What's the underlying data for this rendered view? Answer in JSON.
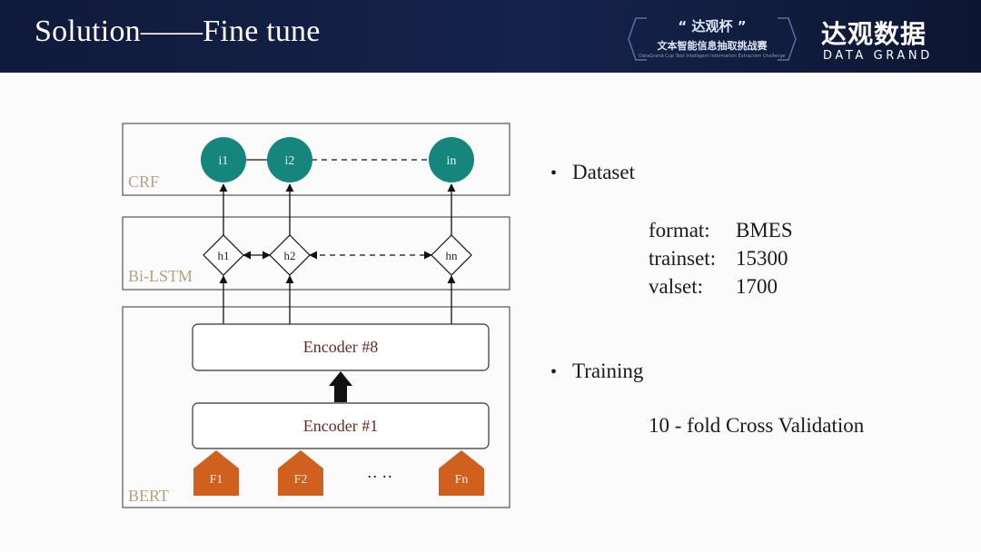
{
  "header": {
    "title": "Solution——Fine tune",
    "badge": {
      "line1": "“ 达观杯 ”",
      "line2": "文本智能信息抽取挑战赛",
      "line3": "DataGrand Cup Text Intelligent Information Extraction Challenge"
    },
    "brand": {
      "name_cn": "达观数据",
      "name_en": "DATA GRAND"
    }
  },
  "diagram": {
    "layers": {
      "crf": "CRF",
      "bilstm": "Bi-LSTM",
      "bert": "BERT"
    },
    "crf_nodes": [
      "i1",
      "i2",
      "in"
    ],
    "lstm_nodes": [
      "h1",
      "h2",
      "hn"
    ],
    "encoders": {
      "top": "Encoder #8",
      "bottom": "Encoder #1"
    },
    "inputs": [
      "F1",
      "F2",
      "Fn"
    ],
    "input_ellipsis": "·· ··",
    "colors": {
      "crf_node": "#16867c",
      "input": "#d0601d",
      "layer_label": "#b8a27e",
      "encoder_text": "#6b2a2a"
    }
  },
  "content": {
    "dataset": {
      "heading": "Dataset",
      "rows": [
        {
          "key": "format:",
          "value": "BMES"
        },
        {
          "key": "trainset:",
          "value": "15300"
        },
        {
          "key": "valset:",
          "value": "1700"
        }
      ]
    },
    "training": {
      "heading": "Training",
      "detail": "10 - fold Cross Validation"
    }
  }
}
